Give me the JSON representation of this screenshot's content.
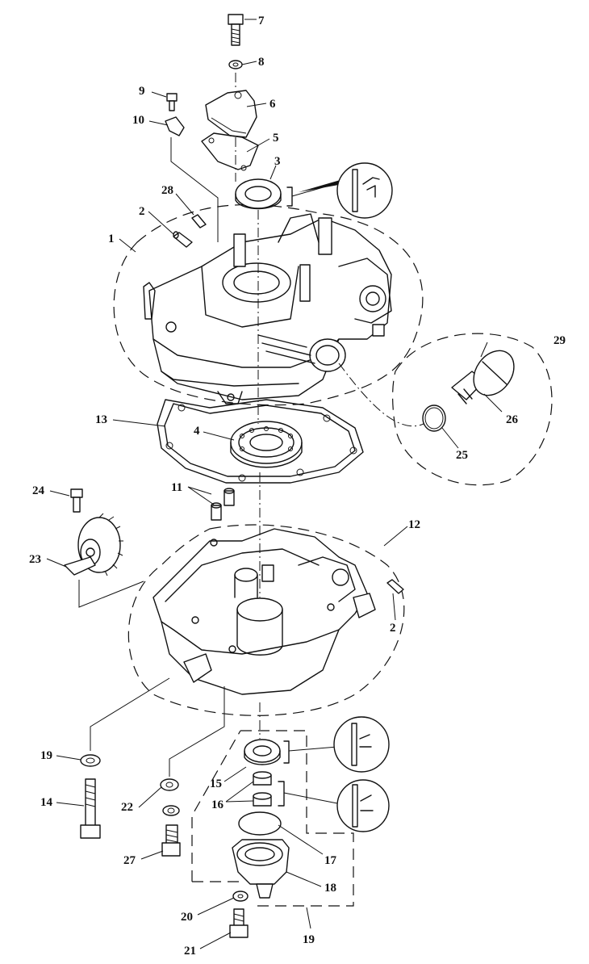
{
  "diagram": {
    "callouts": {
      "c1": "1",
      "c2a": "2",
      "c2b": "2",
      "c3": "3",
      "c4": "4",
      "c5": "5",
      "c6": "6",
      "c7": "7",
      "c8": "8",
      "c9": "9",
      "c10": "10",
      "c11": "11",
      "c12": "12",
      "c13": "13",
      "c14": "14",
      "c15": "15",
      "c16": "16",
      "c17": "17",
      "c18": "18",
      "c19a": "19",
      "c19b": "19",
      "c20": "20",
      "c21": "21",
      "c22": "22",
      "c23": "23",
      "c24": "24",
      "c25": "25",
      "c26": "26",
      "c27": "27",
      "c28": "28",
      "c29": "29"
    }
  }
}
